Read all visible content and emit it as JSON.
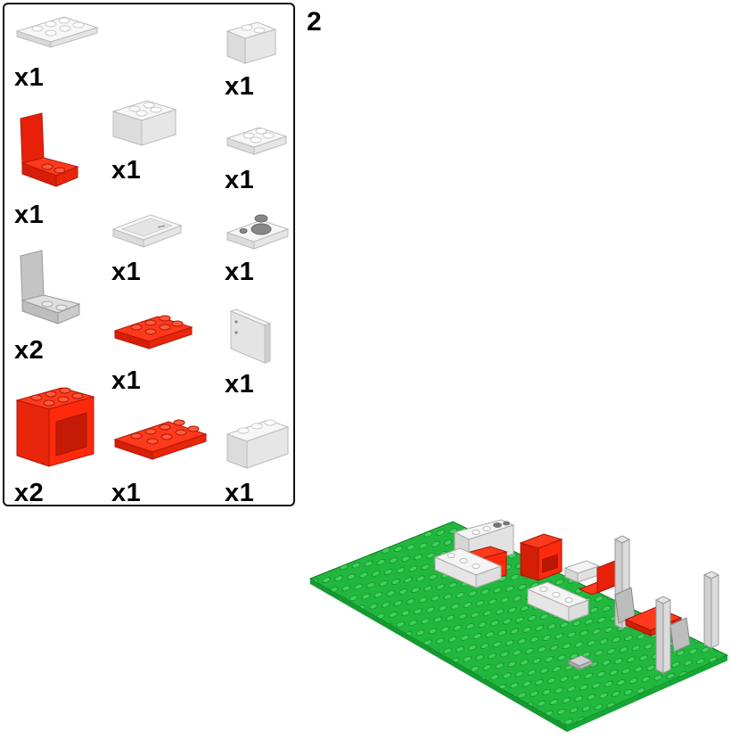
{
  "step": {
    "number": "2"
  },
  "parts": [
    {
      "id": "white-plate-2x4",
      "name": "white plate 2x4",
      "color": "#efefef",
      "qty": "x1"
    },
    {
      "id": "white-brick-1x2",
      "name": "white brick 1x2",
      "color": "#efefef",
      "qty": "x1"
    },
    {
      "id": "red-seat",
      "name": "red chair seat",
      "color": "#ff2a0c",
      "qty": "x1"
    },
    {
      "id": "white-brick-2x2",
      "name": "white brick 2x2",
      "color": "#efefef",
      "qty": "x1"
    },
    {
      "id": "white-plate-2x2",
      "name": "white plate 2x2",
      "color": "#efefef",
      "qty": "x1"
    },
    {
      "id": "white-tile-frame",
      "name": "white tile frame",
      "color": "#efefef",
      "qty": "x1"
    },
    {
      "id": "white-plate-holes",
      "name": "white plate with holes",
      "color": "#efefef",
      "qty": "x1"
    },
    {
      "id": "gray-seat",
      "name": "light gray chair seat",
      "color": "#cfcfcf",
      "qty": "x2"
    },
    {
      "id": "red-plate-2x3",
      "name": "red plate 2x3",
      "color": "#ff2a0c",
      "qty": "x1"
    },
    {
      "id": "white-door-panel",
      "name": "white door panel",
      "color": "#efefef",
      "qty": "x1"
    },
    {
      "id": "red-cupboard",
      "name": "red cupboard 2x3x2",
      "color": "#ff2a0c",
      "qty": "x2"
    },
    {
      "id": "red-plate-2x4",
      "name": "red plate 2x4",
      "color": "#ff2a0c",
      "qty": "x1"
    },
    {
      "id": "white-brick-1x3",
      "name": "white brick 1x3",
      "color": "#efefef",
      "qty": "x1"
    }
  ],
  "colors": {
    "baseplate": "#1fb63c",
    "red": "#ff2a0c",
    "white": "#efefef",
    "gray": "#cfcfcf"
  }
}
